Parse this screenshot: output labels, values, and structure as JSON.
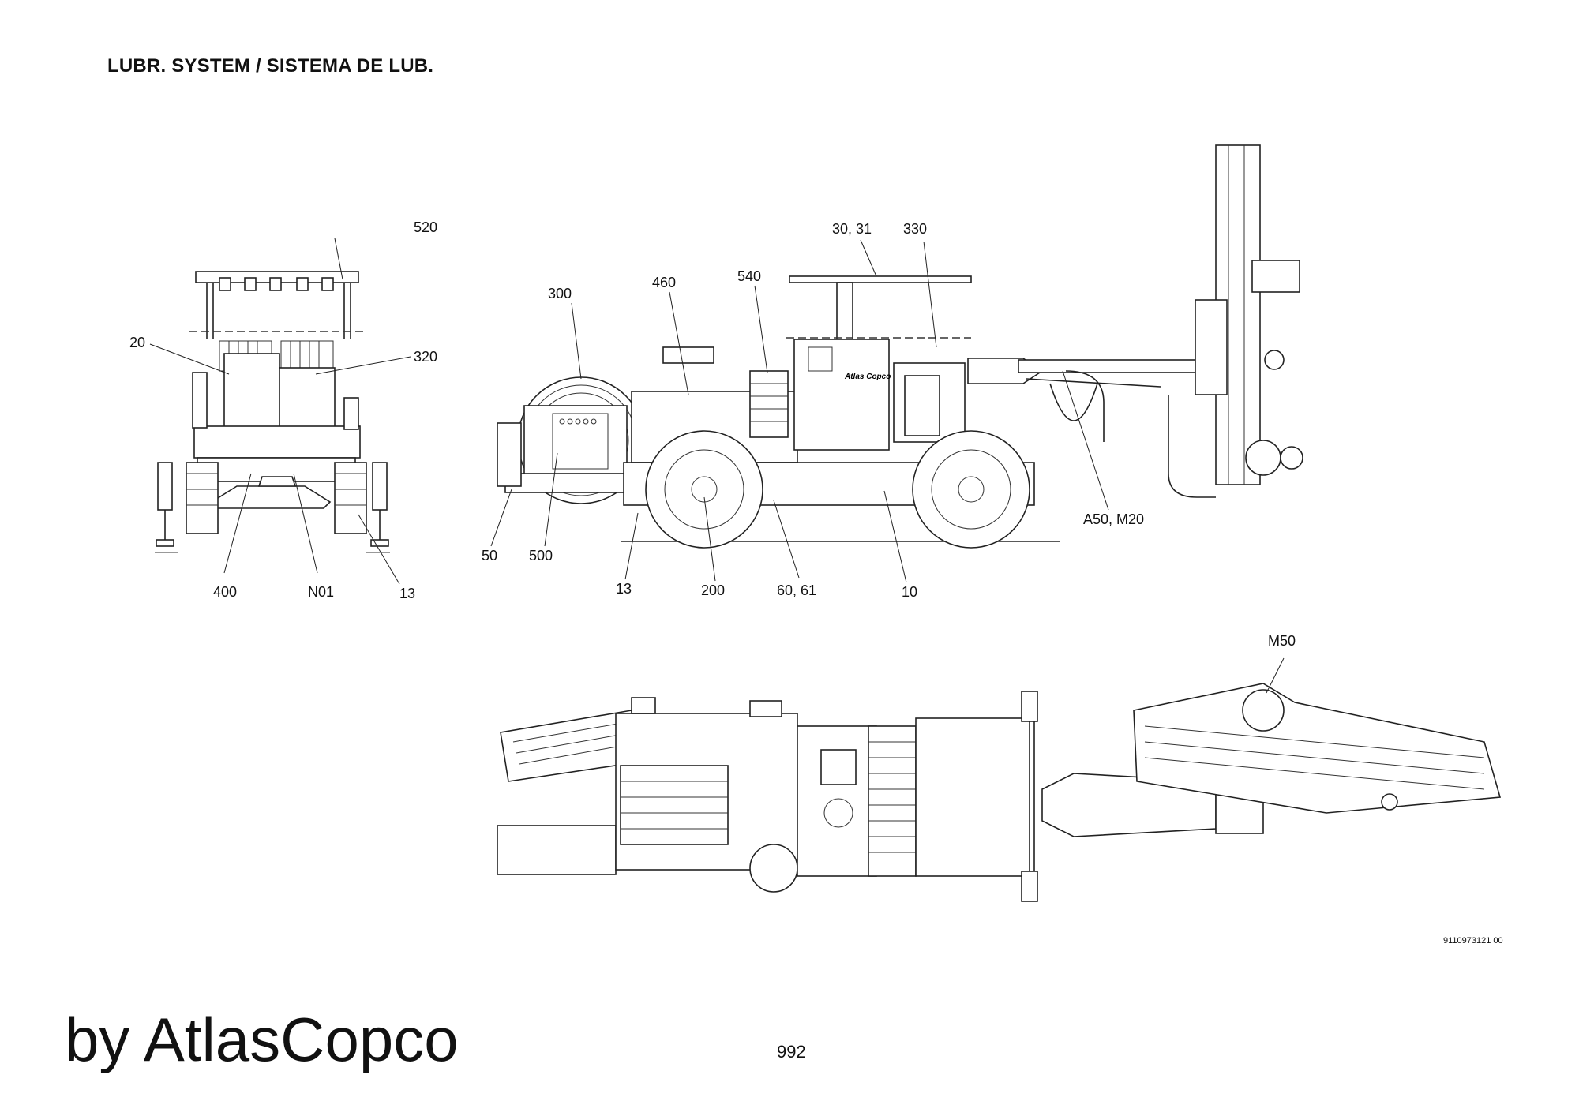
{
  "document": {
    "title": "LUBR. SYSTEM / SISTEMA DE LUB.",
    "drawing_number": "9110973121 00",
    "branding": "by AtlasCopco",
    "page_number": "992"
  },
  "front_view": {
    "callouts": [
      "520",
      "20",
      "320",
      "400",
      "N01",
      "13"
    ]
  },
  "side_view": {
    "callouts": [
      "300",
      "460",
      "540",
      "30, 31",
      "330",
      "A50, M20",
      "50",
      "500",
      "13",
      "200",
      "60, 61",
      "10"
    ],
    "decal": "Atlas Copco"
  },
  "top_view": {
    "callouts": [
      "M50"
    ]
  }
}
